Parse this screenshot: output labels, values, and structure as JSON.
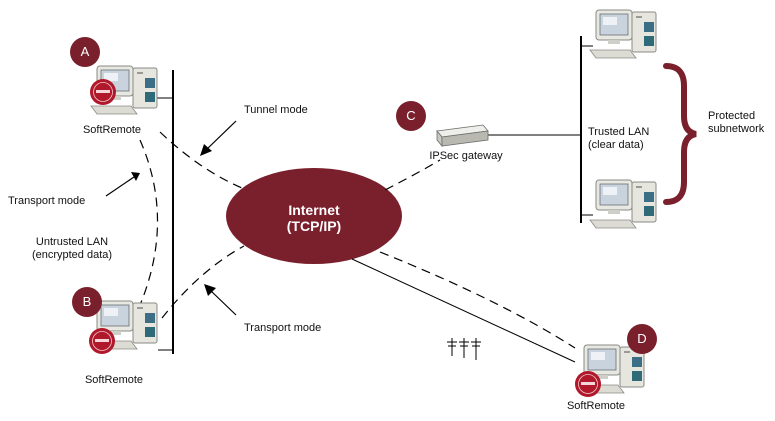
{
  "nodes": {
    "a": {
      "badge": "A",
      "label": "SoftRemote"
    },
    "b": {
      "badge": "B",
      "label": "SoftRemote"
    },
    "c": {
      "badge": "C",
      "label": "IPSec gateway"
    },
    "d": {
      "badge": "D",
      "label": "SoftRemote"
    }
  },
  "internet": {
    "line1": "Internet",
    "line2": "(TCP/IP)"
  },
  "labels": {
    "tunnel_mode": "Tunnel mode",
    "transport_mode_left": "Transport mode",
    "transport_mode_bottom": "Transport mode",
    "untrusted_lan_1": "Untrusted LAN",
    "untrusted_lan_2": "(encrypted data)",
    "trusted_lan_1": "Trusted LAN",
    "trusted_lan_2": "(clear data)",
    "protected_1": "Protected",
    "protected_2": "subnetwork"
  },
  "colors": {
    "accent": "#7a1f2c",
    "badge": "#7a1f2c"
  },
  "icons": [
    "computer-icon",
    "seal-icon",
    "router-icon",
    "power-pole-icon",
    "brace-icon"
  ]
}
